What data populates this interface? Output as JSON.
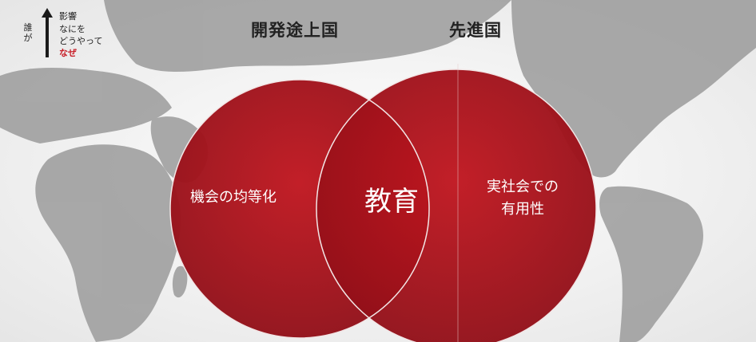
{
  "axis": {
    "who_label": "誰が",
    "items": [
      "影響",
      "なにを",
      "どうやって",
      "なぜ"
    ],
    "highlight_color": "#c8202a"
  },
  "columns": {
    "left": "開発途上国",
    "right": "先進国"
  },
  "venn": {
    "left_text": "機会の均等化",
    "center_text": "教育",
    "right_text_line1": "実社会での",
    "right_text_line2": "有用性",
    "circle_color": "#b11420",
    "outline_color": "#f2e6e6"
  }
}
